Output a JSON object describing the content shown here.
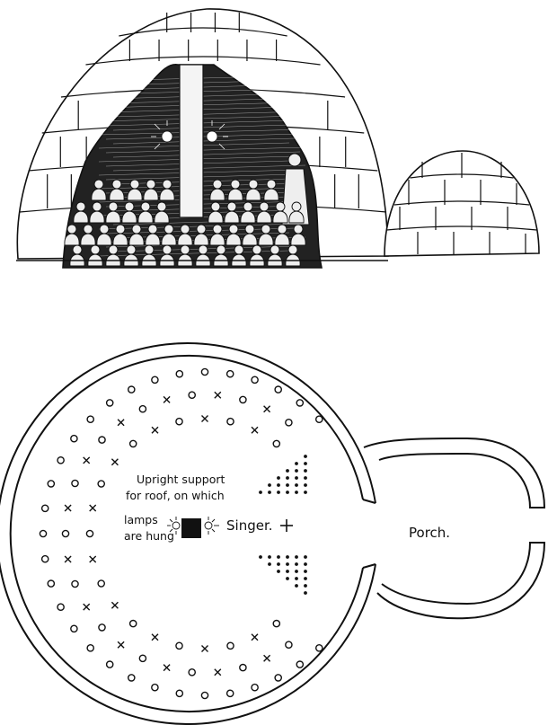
{
  "illustration": {
    "top_view": "cutaway-igloo",
    "bottom_view": "floor-plan"
  },
  "labels": {
    "support_line1": "Upright support",
    "support_line2": "for roof, on which",
    "support_line3": "lamps",
    "support_line4": "are hung",
    "singer": "Singer.",
    "porch": "Porch."
  },
  "legend_symbols": {
    "circle": "o",
    "cross": "x",
    "dot": "."
  },
  "colors": {
    "ink": "#111111",
    "paper": "#ffffff"
  }
}
